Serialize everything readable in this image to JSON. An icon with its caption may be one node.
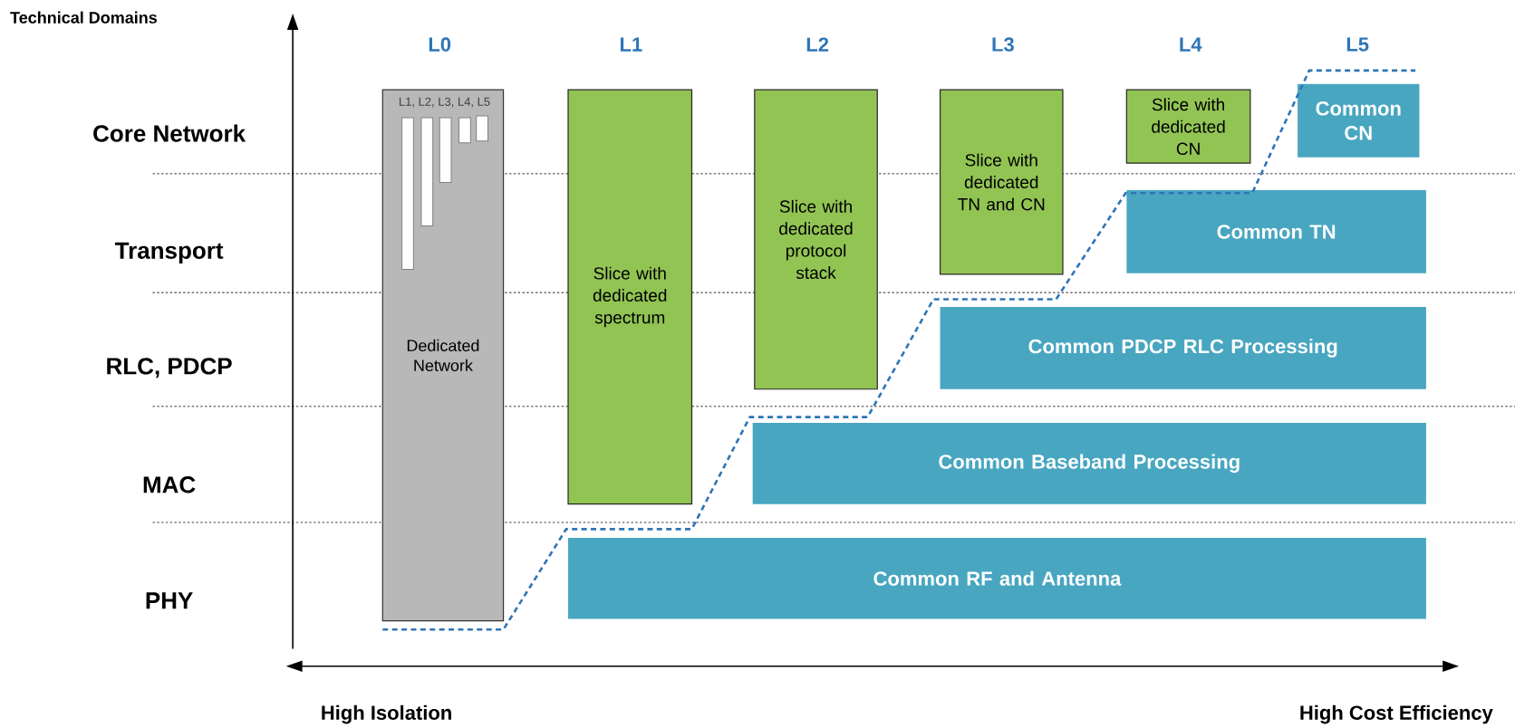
{
  "diagram": {
    "nodes": [
      {
        "text": [
          "L1, L2, L3, L4, L5",
          "Dedicated Network"
        ]
      },
      {
        "text": [
          "Slice with dedicated spectrum"
        ]
      },
      {
        "text": [
          "Slice with dedicated protocol stack"
        ]
      },
      {
        "text": [
          "Slice with dedicated TN and CN"
        ]
      },
      {
        "text": [
          "Slice with dedicated CN"
        ]
      },
      {
        "text": [
          "Common CN"
        ]
      },
      {
        "text": [
          "Common TN"
        ]
      },
      {
        "text": [
          "Common PDCP RLC Processing"
        ]
      },
      {
        "text": [
          "Common Baseband Processing"
        ]
      },
      {
        "text": [
          "Common RF and Antenna"
        ]
      }
    ],
    "edges": [],
    "labels": [
      "Technical Domains",
      "L0",
      "L1",
      "L2",
      "L3",
      "L4",
      "L5",
      "Core Network",
      "Transport",
      "RLC, PDCP",
      "MAC",
      "PHY",
      "High Isolation",
      "High Cost Efficiency"
    ]
  }
}
